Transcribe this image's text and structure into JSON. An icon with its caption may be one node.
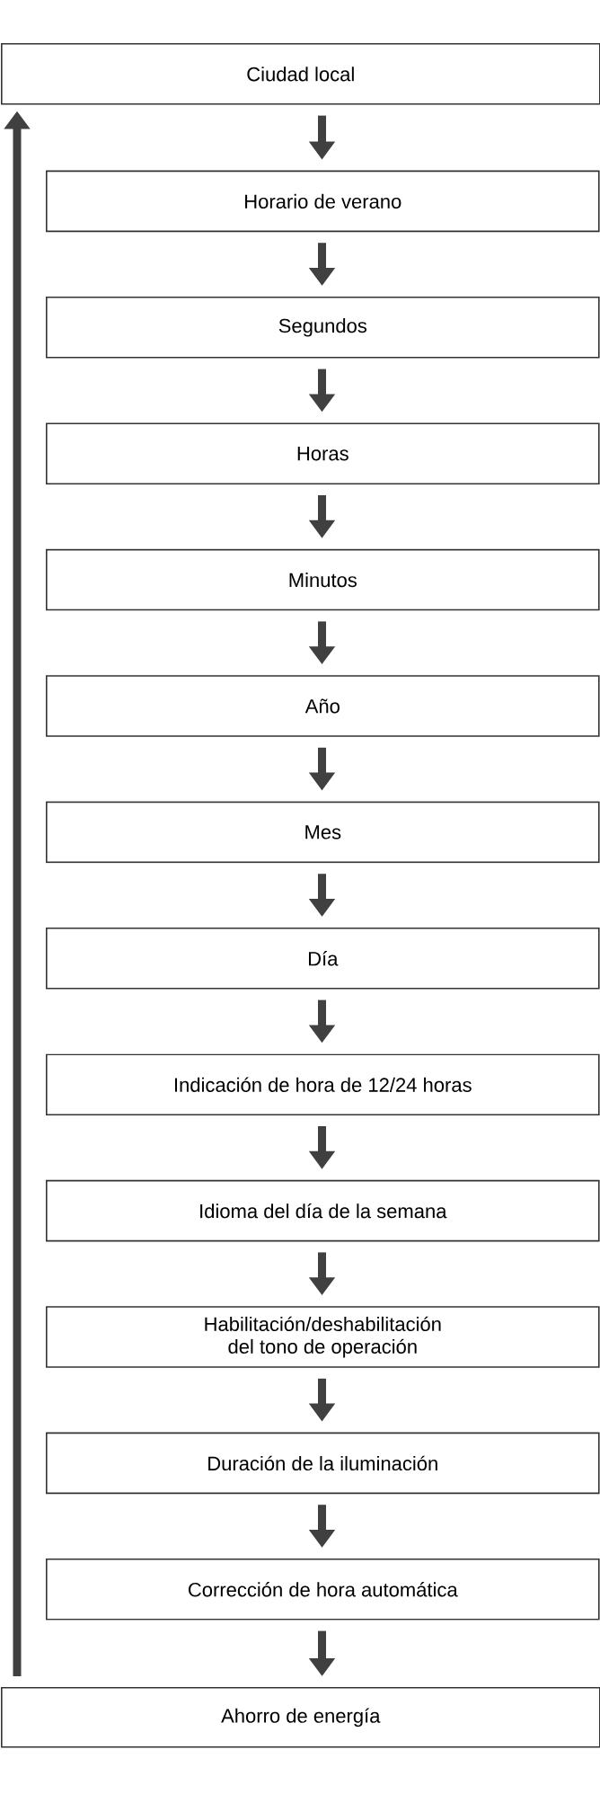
{
  "diagram": {
    "nodes": [
      {
        "text": [
          "Ciudad local"
        ]
      },
      {
        "text": [
          "Horario de verano"
        ]
      },
      {
        "text": [
          "Segundos"
        ]
      },
      {
        "text": [
          "Horas"
        ]
      },
      {
        "text": [
          "Minutos"
        ]
      },
      {
        "text": [
          "Año"
        ]
      },
      {
        "text": [
          "Mes"
        ]
      },
      {
        "text": [
          "Día"
        ]
      },
      {
        "text": [
          "Indicación de hora de 12/24 horas"
        ]
      },
      {
        "text": [
          "Idioma del día de la semana"
        ]
      },
      {
        "text": [
          "Habilitación/deshabilitación del tono de operación"
        ]
      },
      {
        "text": [
          "Duración de la iluminación"
        ]
      },
      {
        "text": [
          "Corrección de hora automática"
        ]
      },
      {
        "text": [
          "Ahorro de energía"
        ]
      }
    ],
    "edges": [
      {
        "from": 0,
        "to": 1,
        "arrow": "to"
      },
      {
        "from": 1,
        "to": 2,
        "arrow": "to"
      },
      {
        "from": 2,
        "to": 3,
        "arrow": "to"
      },
      {
        "from": 3,
        "to": 4,
        "arrow": "to"
      },
      {
        "from": 4,
        "to": 5,
        "arrow": "to"
      },
      {
        "from": 5,
        "to": 6,
        "arrow": "to"
      },
      {
        "from": 6,
        "to": 7,
        "arrow": "to"
      },
      {
        "from": 7,
        "to": 8,
        "arrow": "to"
      },
      {
        "from": 8,
        "to": 9,
        "arrow": "to"
      },
      {
        "from": 9,
        "to": 10,
        "arrow": "to"
      },
      {
        "from": 10,
        "to": 11,
        "arrow": "to"
      },
      {
        "from": 11,
        "to": 12,
        "arrow": "to"
      },
      {
        "from": 12,
        "to": 13,
        "arrow": "to"
      },
      {
        "from": 13,
        "to": 0,
        "arrow": "to"
      }
    ]
  }
}
